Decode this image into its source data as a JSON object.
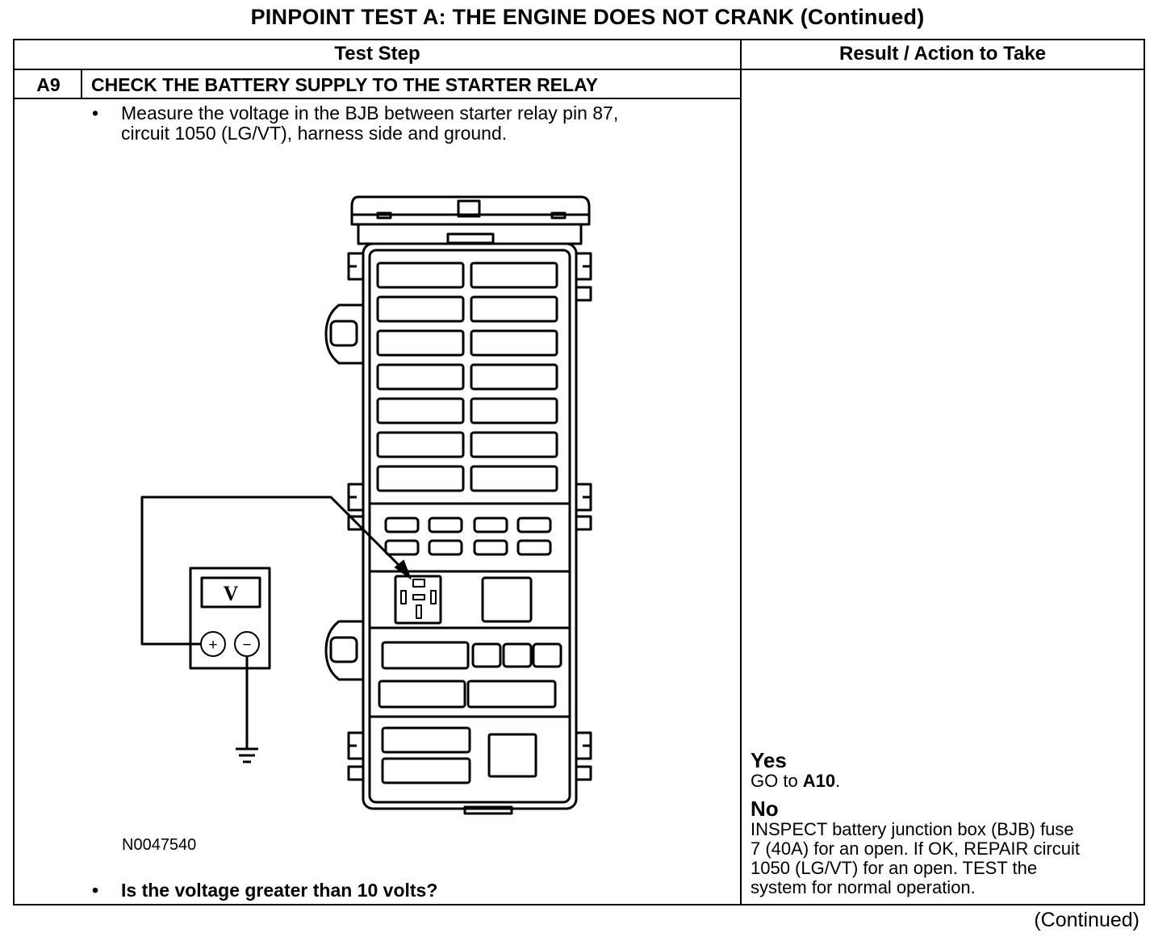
{
  "title": "PINPOINT TEST  A: THE ENGINE DOES NOT CRANK (Continued)",
  "table": {
    "col_test_step": "Test Step",
    "col_result": "Result / Action to Take"
  },
  "step": {
    "id": "A9",
    "title": "CHECK THE BATTERY SUPPLY TO THE STARTER RELAY",
    "bullet_char": "•",
    "instruction_line1": "Measure the voltage in the BJB between starter relay pin 87,",
    "instruction_line2": "circuit 1050 (LG/VT), harness side and ground.",
    "question": "Is the voltage greater than 10 volts?",
    "figure_id": "N0047540",
    "meter_label": "V",
    "plus_symbol": "+",
    "minus_symbol": "−"
  },
  "result": {
    "yes_label": "Yes",
    "yes_action_prefix": "GO to ",
    "yes_action_target": "A10",
    "yes_action_suffix": ".",
    "no_label": "No",
    "no_line1": "INSPECT battery junction box (BJB) fuse",
    "no_line2": "7 (40A) for an open. If OK, REPAIR circuit",
    "no_line3": "1050 (LG/VT) for an open. TEST the",
    "no_line4": "system for normal operation."
  },
  "footer": {
    "continued": "(Continued)"
  }
}
